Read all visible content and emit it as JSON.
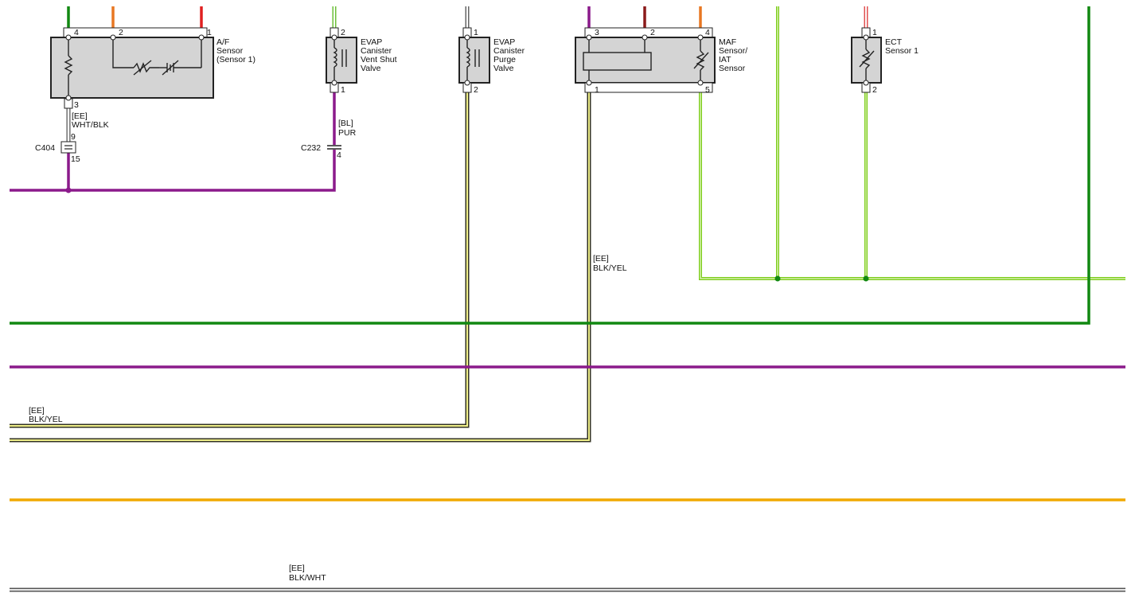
{
  "colors": {
    "green": "#118811",
    "purple": "#8b1a8b",
    "orange": "#e87722",
    "red": "#e02020",
    "darkred": "#8b1a1a",
    "light_green": "#7ccc1a",
    "amber": "#f0a800",
    "blk_yel_outer": "#333322",
    "blk_yel_inner": "#f2f28c",
    "grey": "#555555"
  },
  "components": {
    "af_sensor": {
      "name_lines": [
        "A/F",
        "Sensor",
        "(Sensor 1)"
      ],
      "pins": [
        "4",
        "2",
        "1",
        "3"
      ]
    },
    "evap_vent": {
      "name_lines": [
        "EVAP",
        "Canister",
        "Vent Shut",
        "Valve"
      ],
      "pins": [
        "2",
        "1"
      ]
    },
    "evap_purge": {
      "name_lines": [
        "EVAP",
        "Canister",
        "Purge",
        "Valve"
      ],
      "pins": [
        "1",
        "2"
      ]
    },
    "maf_sensor": {
      "name_lines": [
        "MAF",
        "Sensor/",
        "IAT",
        "Sensor"
      ],
      "pins": [
        "3",
        "2",
        "4",
        "1",
        "5"
      ]
    },
    "ect_sensor": {
      "name_lines": [
        "ECT",
        "Sensor 1"
      ],
      "pins": [
        "1",
        "2"
      ]
    }
  },
  "connectors": {
    "c404": {
      "name": "C404",
      "pin_top": "9",
      "pin_bottom": "15"
    },
    "c232": {
      "name": "C232",
      "pin": "4"
    }
  },
  "wire_labels": {
    "af_wire": {
      "harness": "[EE]",
      "color": "WHT/BLK"
    },
    "vent_wire": {
      "harness": "[BL]",
      "color": "PUR"
    },
    "maf_wire": {
      "harness": "[EE]",
      "color": "BLK/YEL"
    },
    "purge_wire": {
      "harness": "[EE]",
      "color": "BLK/YEL"
    },
    "bottom_wire": {
      "harness": "[EE]",
      "color": "BLK/WHT"
    }
  }
}
